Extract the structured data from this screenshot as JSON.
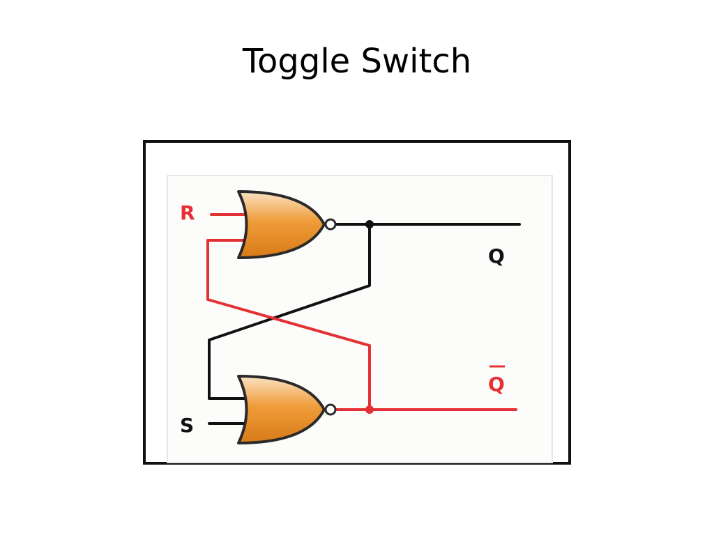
{
  "slide": {
    "title": "Toggle Switch"
  },
  "circuit": {
    "labels": {
      "r": "R",
      "s": "S",
      "q": "Q",
      "q_bar": "Q"
    },
    "gates": [
      "NOR",
      "NOR"
    ],
    "colors": {
      "red_wire": "#e53035",
      "black_wire": "#111111",
      "gate_fill": "#e8922e",
      "gate_outline": "#2a2a2a"
    }
  }
}
